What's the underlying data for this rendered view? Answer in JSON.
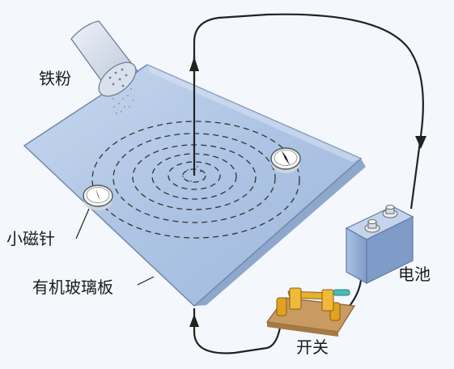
{
  "labels": {
    "iron_filings": "铁粉",
    "compass": "小磁针",
    "plexiglass_board": "有机玻璃板",
    "battery": "电池",
    "switch": "开关"
  },
  "colors": {
    "background": "#f4f7fb",
    "board_top": "#aec4e4",
    "board_edge": "#8ea8cc",
    "wire": "#222222",
    "battery_body": "#94b0d8",
    "switch_base": "#c99a62",
    "switch_brass": "#e0a320"
  },
  "field_rings": 6,
  "compass_needle_direction": "counterclockwise"
}
